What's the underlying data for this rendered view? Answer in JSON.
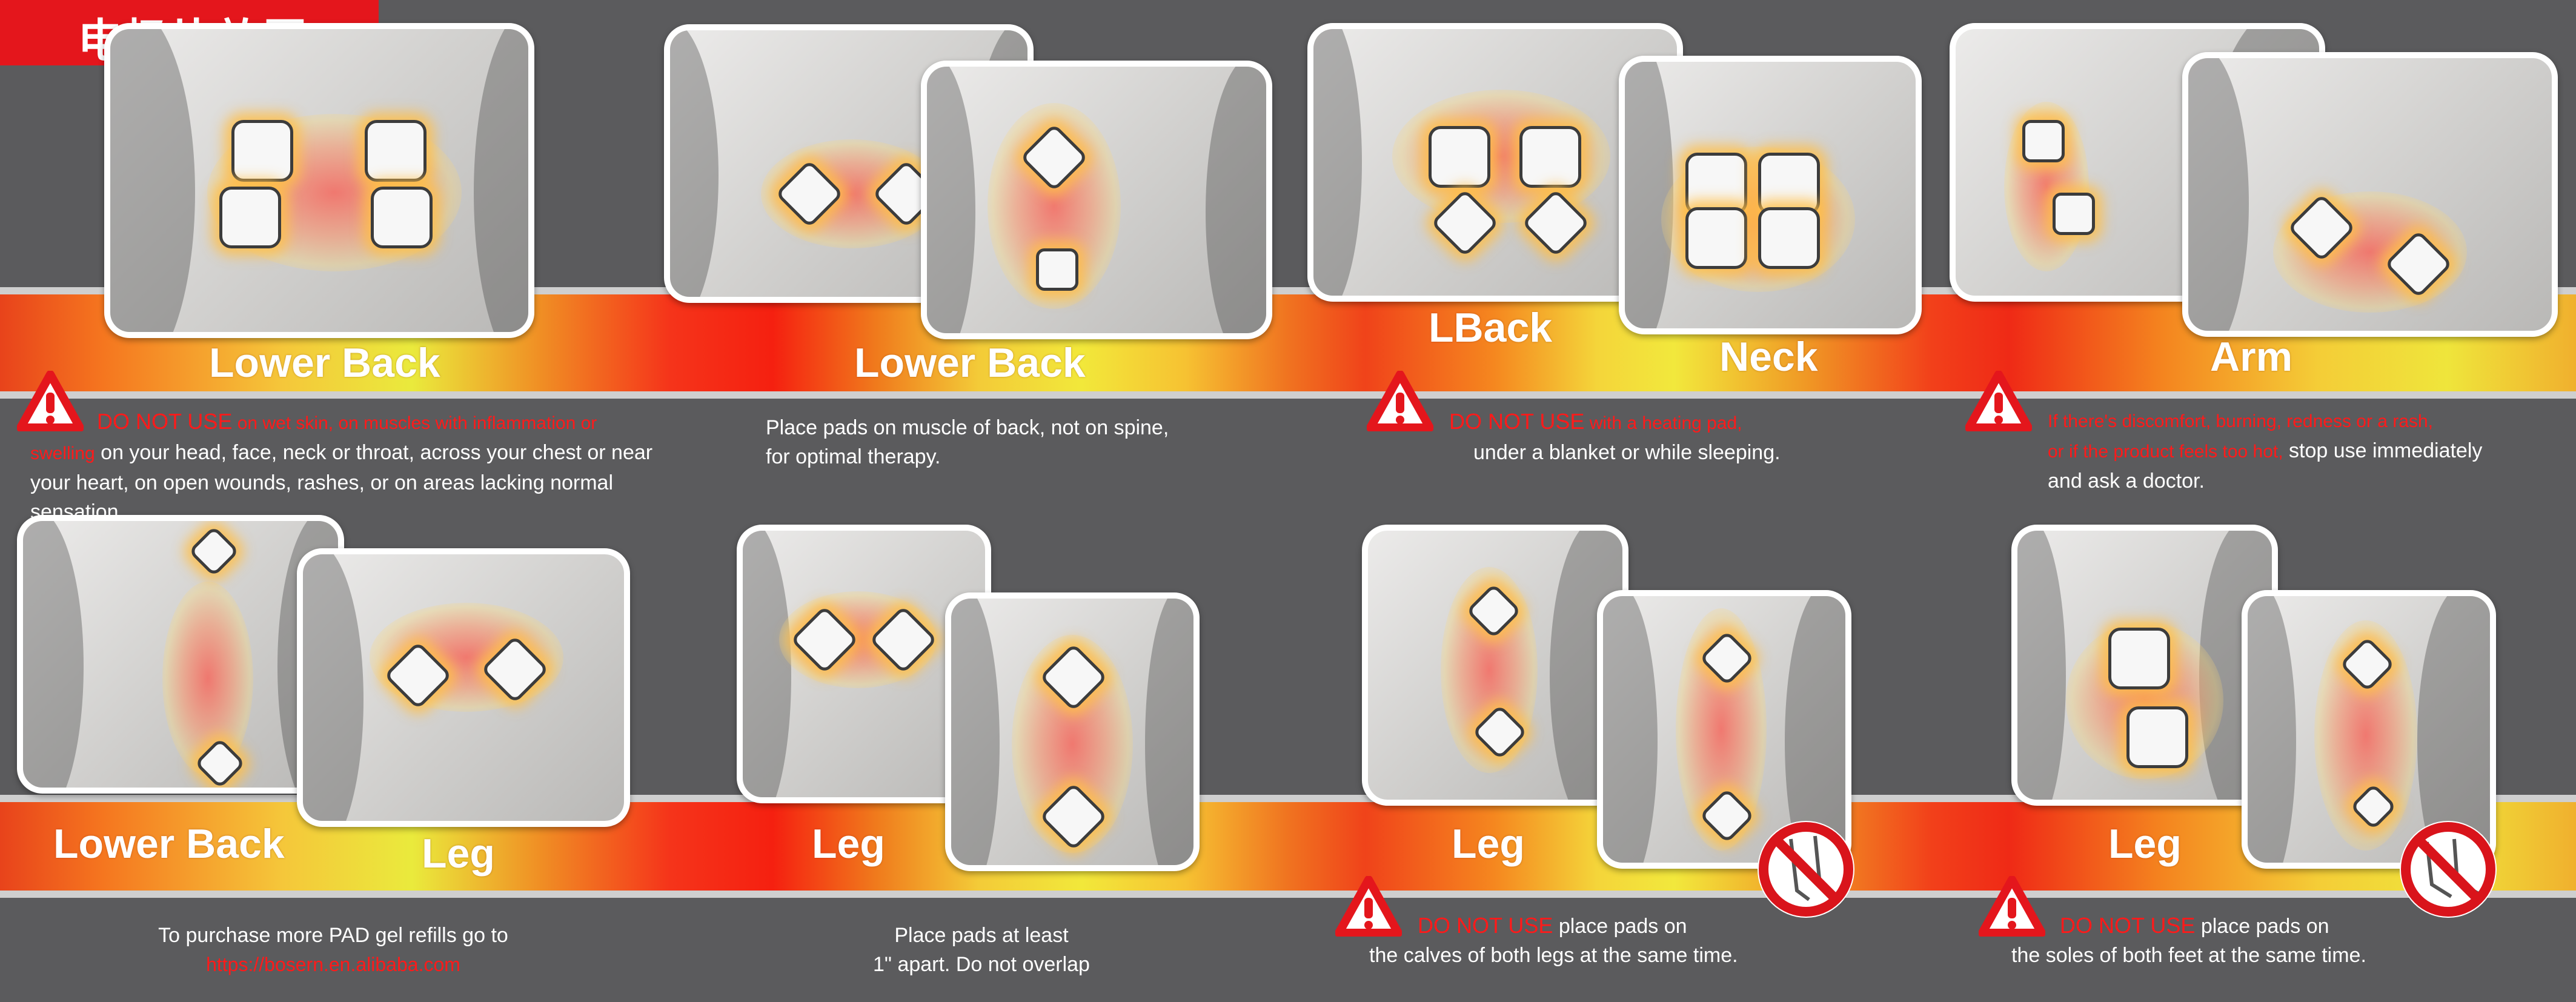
{
  "title": "电极片放置",
  "sections": {
    "top_labels": [
      "Lower Back",
      "Lower Back",
      "LBack",
      "Neck",
      "Arm"
    ],
    "bottom_labels": [
      "Lower Back",
      "Leg",
      "Leg",
      "Leg",
      "Leg"
    ]
  },
  "notes": {
    "n1_red": "DO NOT USE",
    "n1_red2": " on wet skin, on muscles with inflammation or",
    "n1_red3": "swelling",
    "n1_white1": " on your head, face, neck or throat, across your chest or near",
    "n1_white2": "your heart, on open wounds, rashes, or on areas lacking normal sensation.",
    "n2_line1": "Place pads on muscle of back, not on spine,",
    "n2_line2": "for optimal therapy.",
    "n3_red": "DO NOT USE",
    "n3_red2": " with a heating pad,",
    "n3_white": "under a blanket or while sleeping.",
    "n4_red1": "If there's discomfort, burning, redness or a rash,",
    "n4_red2": "or if the product feels too hot,",
    "n4_white1": " stop use immediately",
    "n4_white2": "and ask a doctor.",
    "n5_line1": "To purchase more PAD gel refills go to",
    "n5_link": "https://bosern.en.alibaba.com",
    "n6_line1": "Place pads at least",
    "n6_line2": "1\" apart. Do not overlap",
    "n7_red": "DO NOT USE",
    "n7_white1": " place pads on",
    "n7_white2": "the calves of both legs at the same time.",
    "n8_red": "DO NOT USE",
    "n8_white1": " place pads on",
    "n8_white2": "the soles of both feet at the same time."
  },
  "colors": {
    "accent_red": "#e4161c",
    "warning_red": "#ff1a1a",
    "background": "#5b5b5d"
  },
  "icons": [
    "warning-icon",
    "no-legs-icon",
    "no-feet-icon"
  ]
}
